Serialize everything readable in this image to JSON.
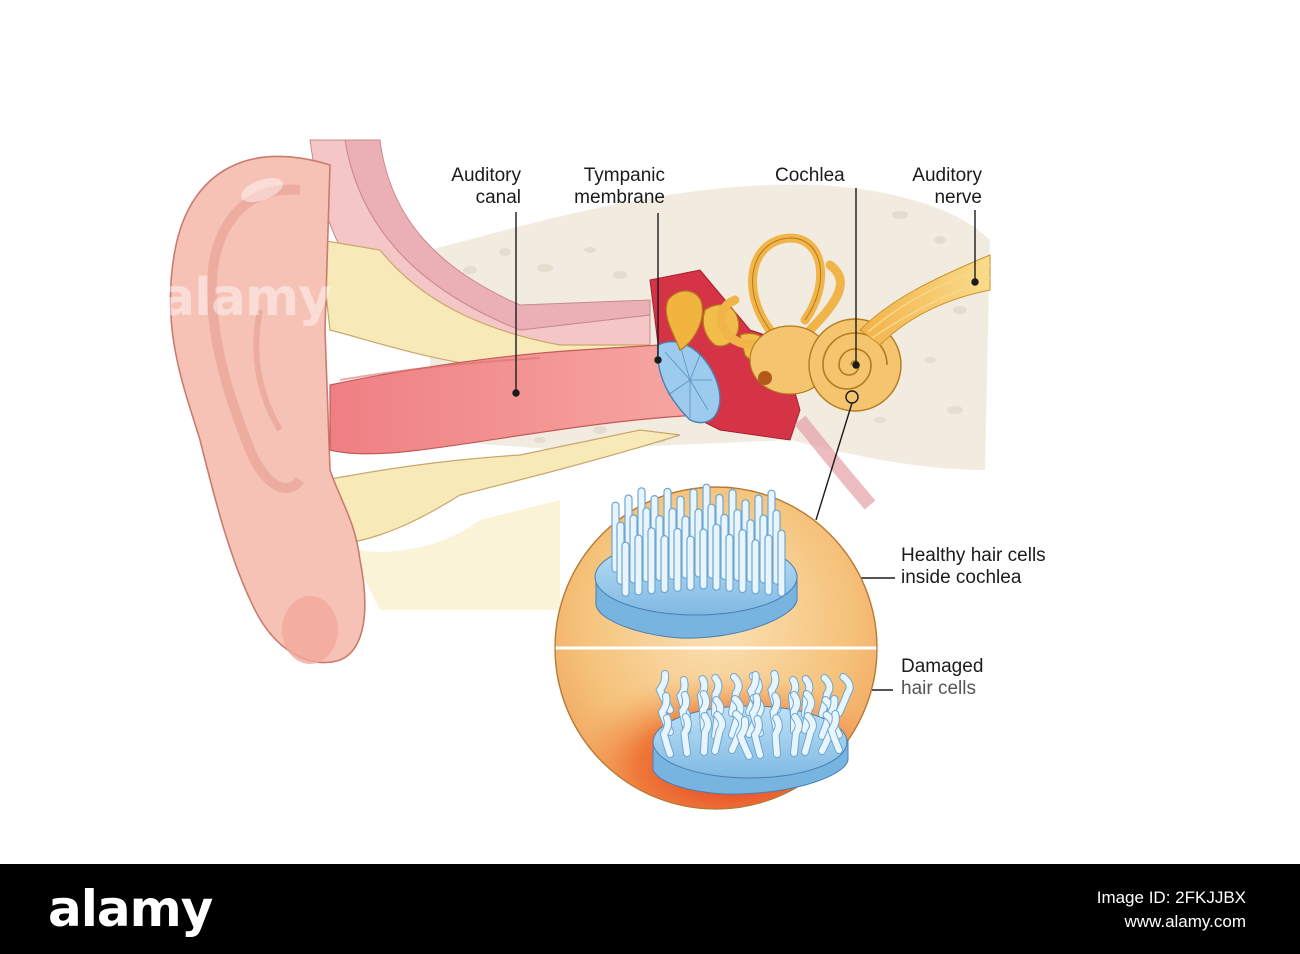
{
  "labels": {
    "auditory_canal": [
      "Auditory",
      "canal"
    ],
    "tympanic_membrane": [
      "Tympanic",
      "membrane"
    ],
    "cochlea": [
      "Cochlea"
    ],
    "auditory_nerve": [
      "Auditory",
      "nerve"
    ],
    "healthy_hair_cells": [
      "Healthy hair cells",
      "inside cochlea"
    ],
    "damaged_hair_cells": [
      "Damaged",
      "hair cells"
    ]
  },
  "watermark": "alamy",
  "footer": {
    "logo": "alamy",
    "image_id_line1": "Image ID: 2FKJJBX",
    "image_id_line2": "www.alamy.com"
  },
  "colors": {
    "outer_ear": "#f5b9b0",
    "canal": "#f08a88",
    "bone": "#f6ecd2",
    "ossicles": "#f0b23c",
    "cochlea": "#f4c46e",
    "hair_cells": "#8fc8ea",
    "membrane": "#9cc9ea",
    "middle_ear": "#d83a4a"
  }
}
